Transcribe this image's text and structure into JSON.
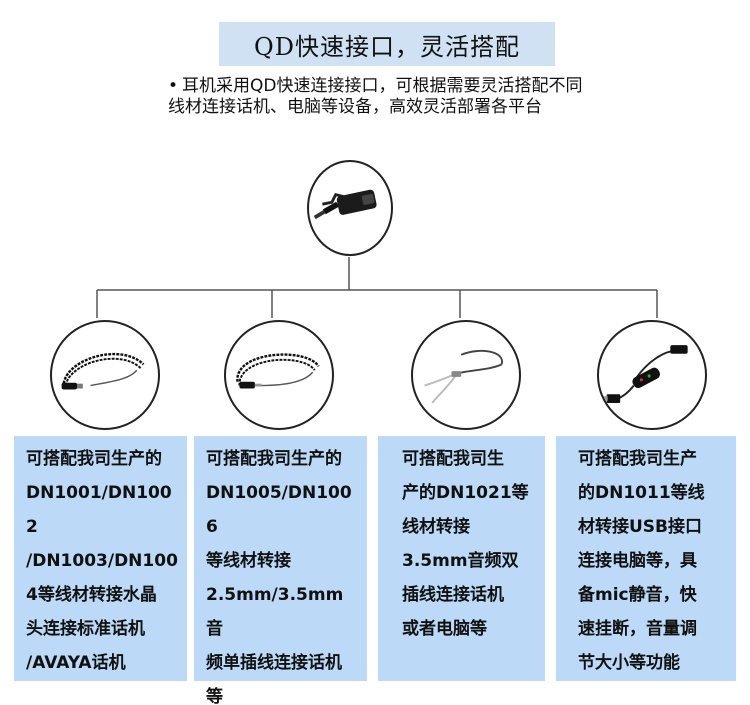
{
  "title": "QD快速接口，灵活搭配",
  "intro": {
    "bullet": "•",
    "text": "耳机采用QD快速连接接口，可根据需要灵活搭配不同线材连接话机、电脑等设备，高效灵活部署各平台"
  },
  "cards": [
    {
      "lines": [
        "可搭配我司生产的",
        "DN1001/DN1002",
        "/DN1003/DN100",
        "4等线材转接水晶",
        "头连接标准话机",
        "/AVAYA话机"
      ]
    },
    {
      "lines": [
        "可搭配我司生产的",
        "DN1005/DN1006",
        "等线材转接",
        "2.5mm/3.5mm音",
        "频单插线连接话机",
        "等"
      ]
    },
    {
      "lines": [
        "可搭配我司生",
        "产的DN1021等",
        "线材转接",
        "3.5mm音频双",
        "插线连接话机",
        "或者电脑等"
      ]
    },
    {
      "lines": [
        "可搭配我司生产",
        "的DN1011等线",
        "材转接USB接口",
        "连接电脑等，具",
        "备mic静音，快",
        "速挂断，音量调",
        "节大小等功能"
      ]
    }
  ],
  "colors": {
    "title_bg": "#cfe1f2",
    "card_bg": "#bcdaf7",
    "line": "#555555"
  },
  "icons": [
    "qd-connector-icon",
    "rj-coiled-cable-icon",
    "jack-coiled-cable-icon",
    "dual-jack-cable-icon",
    "usb-inline-control-cable-icon"
  ]
}
